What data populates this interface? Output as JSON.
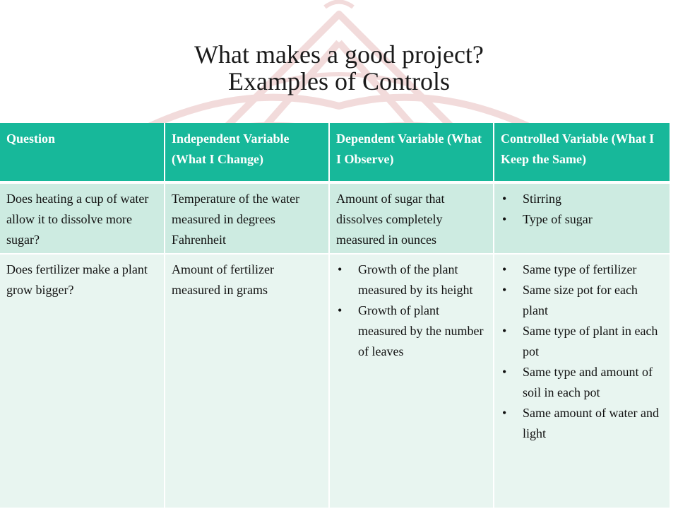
{
  "slide": {
    "title_line1": "What makes a good project?",
    "title_line2": "Examples of Controls"
  },
  "table": {
    "headers": [
      "Question",
      "Independent Variable (What I Change)",
      "Dependent Variable (What I Observe)",
      "Controlled Variable (What I Keep the Same)"
    ],
    "rows": [
      {
        "question": "Does heating a cup of water allow it to dissolve more sugar?",
        "independent": "Temperature of the water measured in degrees Fahrenheit",
        "dependent": "Amount of sugar that dissolves completely measured in ounces",
        "controlled": [
          "Stirring",
          "Type of sugar"
        ]
      },
      {
        "question": "Does fertilizer make a plant grow bigger?",
        "independent": "Amount of fertilizer measured in grams",
        "dependent": [
          "Growth of the plant measured by its height",
          "Growth of plant measured by the number of leaves"
        ],
        "controlled": [
          "Same type of fertilizer",
          "Same size pot for each plant",
          "Same type of plant in each pot",
          "Same type and amount of soil in each pot",
          "Same amount of water and light"
        ]
      }
    ]
  },
  "colors": {
    "header_bg": "#17b89a",
    "row1_bg": "#cdebe1",
    "row2_bg": "#e8f5f0",
    "watermark": "#e6b9b9"
  },
  "icons": {
    "bullet": "•"
  }
}
